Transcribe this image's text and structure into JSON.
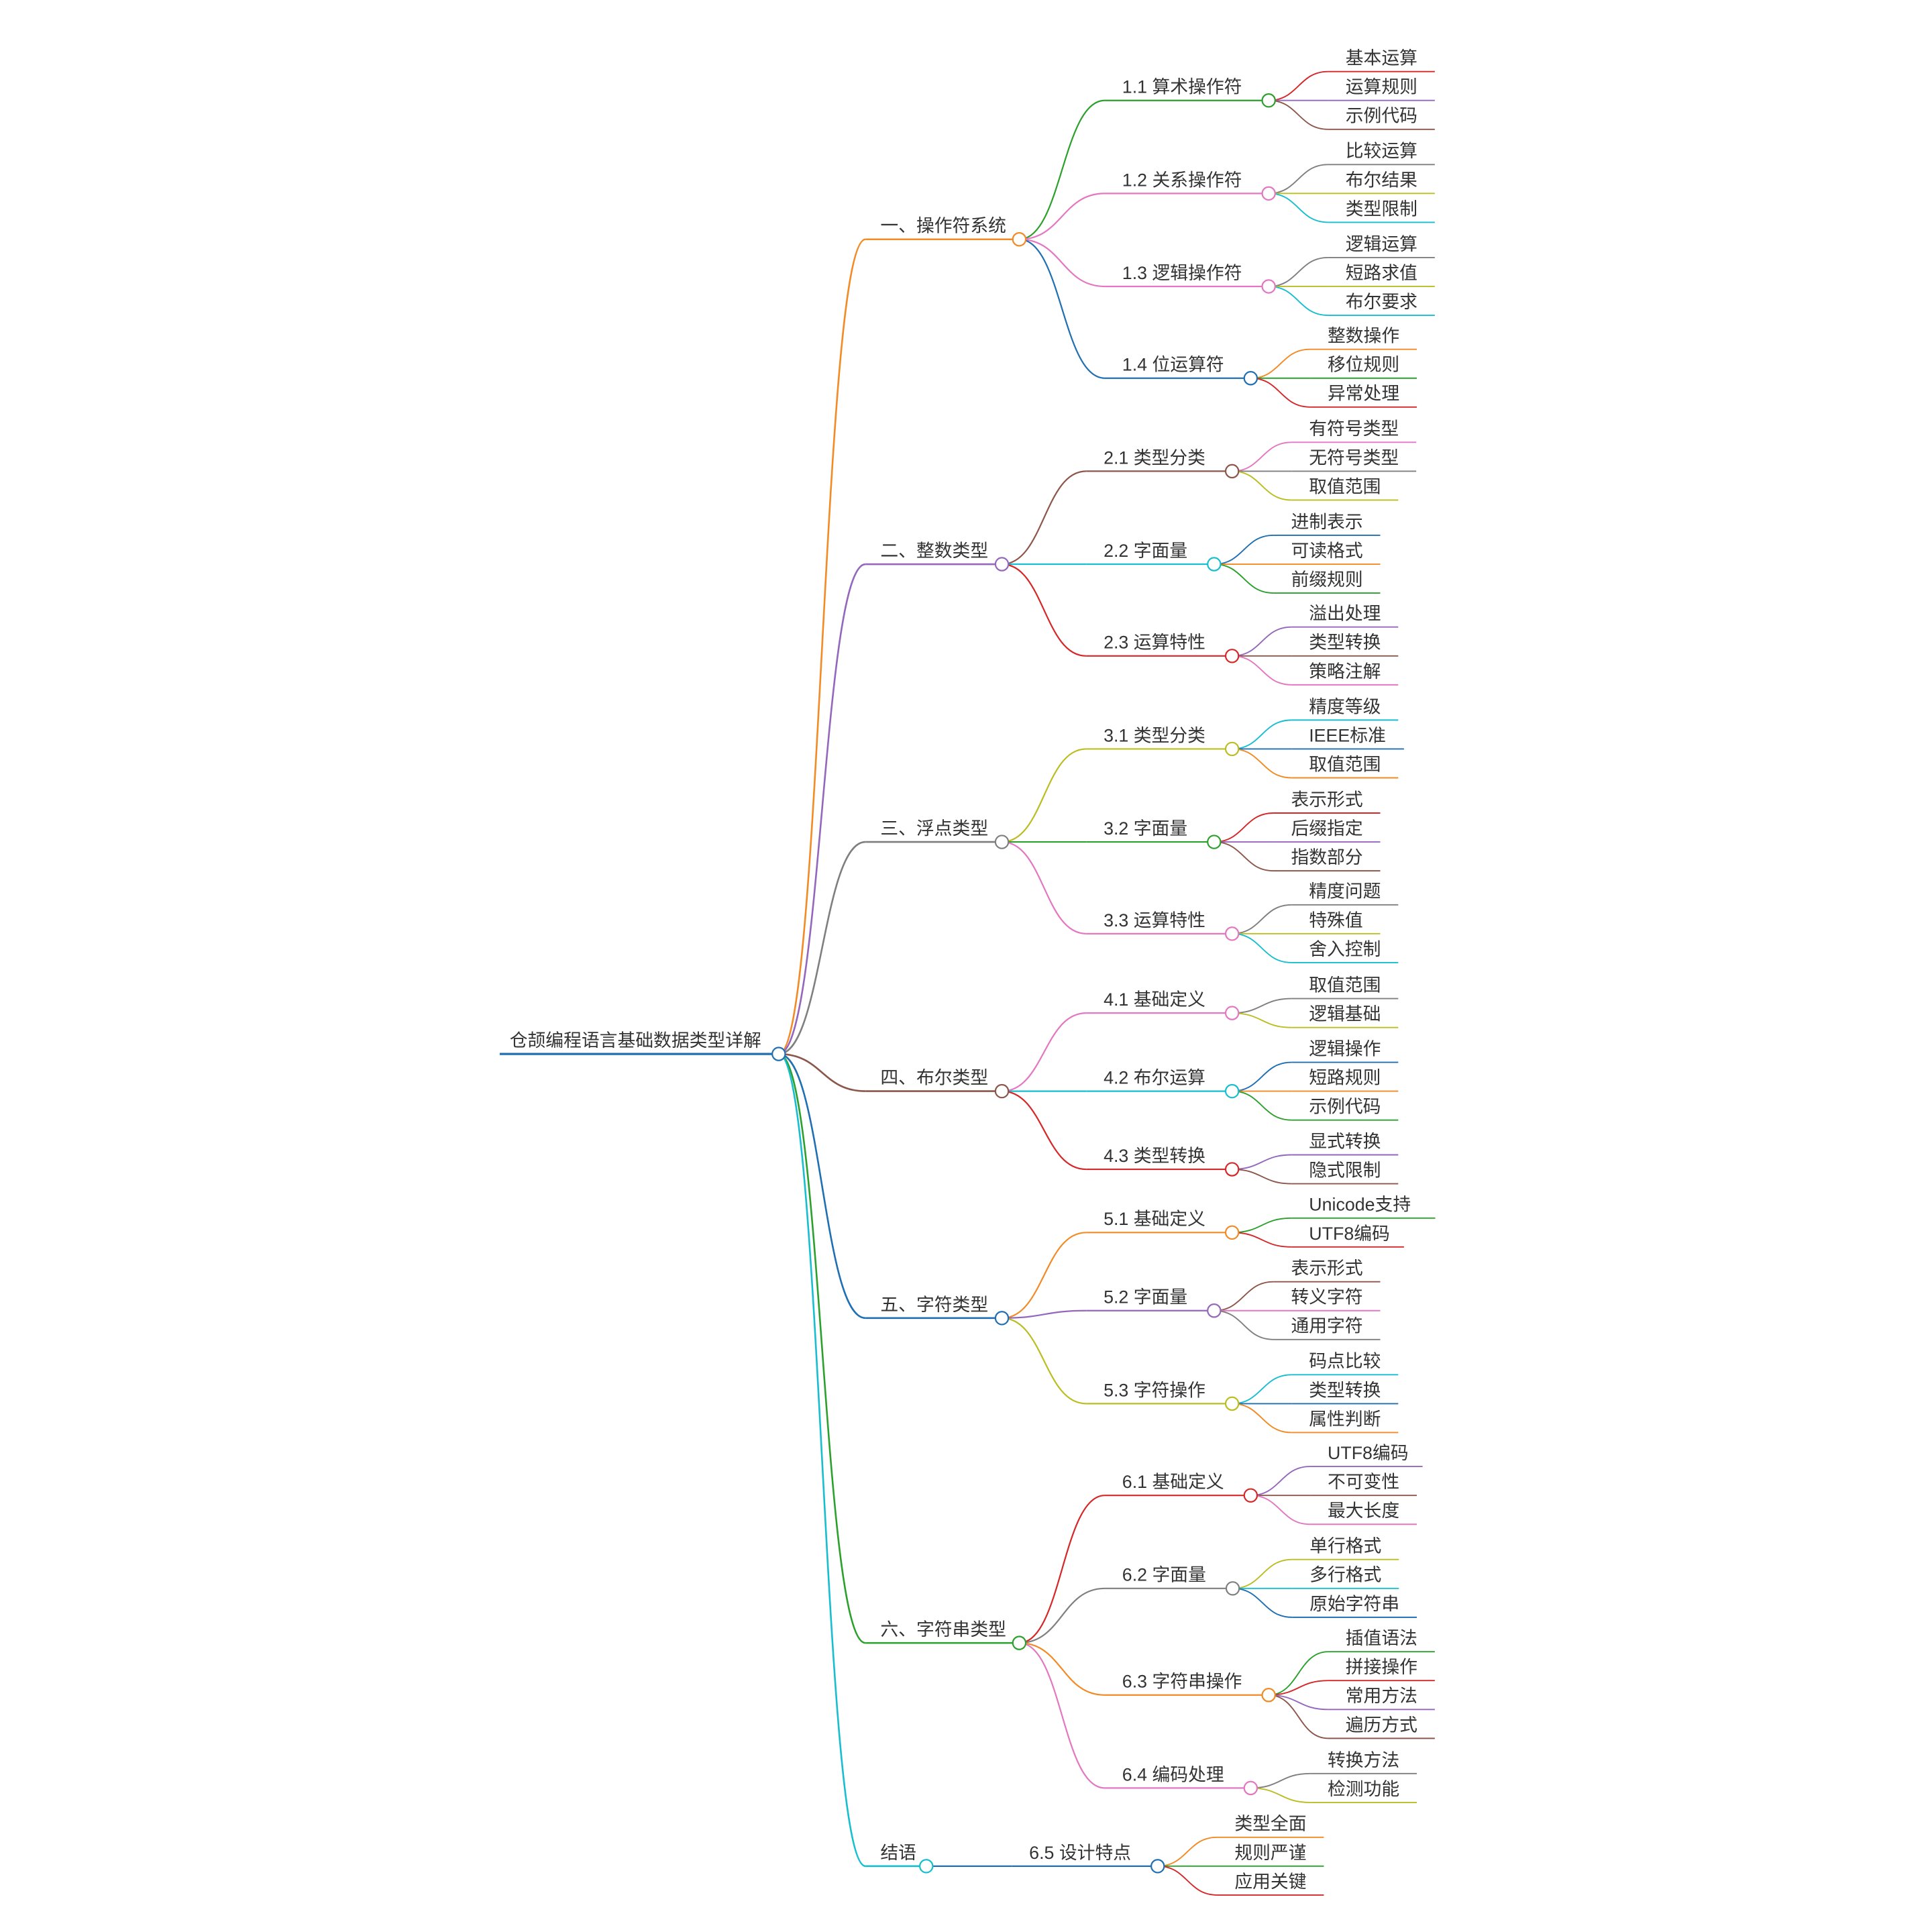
{
  "root": {
    "label": "仓颉编程语言基础数据类型详解",
    "color": "#1f6fb2"
  },
  "branches": [
    {
      "label": "一、操作符系统",
      "color": "#f28a25",
      "children": [
        {
          "label": "1.1 算术操作符",
          "color": "#2ca02c",
          "children": [
            {
              "label": "基本运算",
              "color": "#d62728"
            },
            {
              "label": "运算规则",
              "color": "#9467bd"
            },
            {
              "label": "示例代码",
              "color": "#8c564b"
            }
          ]
        },
        {
          "label": "1.2 关系操作符",
          "color": "#e377c2",
          "children": [
            {
              "label": "比较运算",
              "color": "#7f7f7f"
            },
            {
              "label": "布尔结果",
              "color": "#bcbd22"
            },
            {
              "label": "类型限制",
              "color": "#17becf"
            }
          ]
        },
        {
          "label": "1.3 逻辑操作符",
          "color": "#e377c2",
          "children": [
            {
              "label": "逻辑运算",
              "color": "#7f7f7f"
            },
            {
              "label": "短路求值",
              "color": "#bcbd22"
            },
            {
              "label": "布尔要求",
              "color": "#17becf"
            }
          ]
        },
        {
          "label": "1.4 位运算符",
          "color": "#1f6fb2",
          "children": [
            {
              "label": "整数操作",
              "color": "#f28a25"
            },
            {
              "label": "移位规则",
              "color": "#2ca02c"
            },
            {
              "label": "异常处理",
              "color": "#d62728"
            }
          ]
        }
      ]
    },
    {
      "label": "二、整数类型",
      "color": "#9467bd",
      "children": [
        {
          "label": "2.1 类型分类",
          "color": "#8c564b",
          "children": [
            {
              "label": "有符号类型",
              "color": "#e377c2"
            },
            {
              "label": "无符号类型",
              "color": "#7f7f7f"
            },
            {
              "label": "取值范围",
              "color": "#bcbd22"
            }
          ]
        },
        {
          "label": "2.2 字面量",
          "color": "#17becf",
          "children": [
            {
              "label": "进制表示",
              "color": "#1f6fb2"
            },
            {
              "label": "可读格式",
              "color": "#f28a25"
            },
            {
              "label": "前缀规则",
              "color": "#2ca02c"
            }
          ]
        },
        {
          "label": "2.3 运算特性",
          "color": "#d62728",
          "children": [
            {
              "label": "溢出处理",
              "color": "#9467bd"
            },
            {
              "label": "类型转换",
              "color": "#8c564b"
            },
            {
              "label": "策略注解",
              "color": "#e377c2"
            }
          ]
        }
      ]
    },
    {
      "label": "三、浮点类型",
      "color": "#7f7f7f",
      "children": [
        {
          "label": "3.1 类型分类",
          "color": "#bcbd22",
          "children": [
            {
              "label": "精度等级",
              "color": "#17becf"
            },
            {
              "label": "IEEE标准",
              "color": "#1f6fb2"
            },
            {
              "label": "取值范围",
              "color": "#f28a25"
            }
          ]
        },
        {
          "label": "3.2 字面量",
          "color": "#2ca02c",
          "children": [
            {
              "label": "表示形式",
              "color": "#d62728"
            },
            {
              "label": "后缀指定",
              "color": "#9467bd"
            },
            {
              "label": "指数部分",
              "color": "#8c564b"
            }
          ]
        },
        {
          "label": "3.3 运算特性",
          "color": "#e377c2",
          "children": [
            {
              "label": "精度问题",
              "color": "#7f7f7f"
            },
            {
              "label": "特殊值",
              "color": "#bcbd22"
            },
            {
              "label": "舍入控制",
              "color": "#17becf"
            }
          ]
        }
      ]
    },
    {
      "label": "四、布尔类型",
      "color": "#8c564b",
      "children": [
        {
          "label": "4.1 基础定义",
          "color": "#e377c2",
          "children": [
            {
              "label": "取值范围",
              "color": "#7f7f7f"
            },
            {
              "label": "逻辑基础",
              "color": "#bcbd22"
            }
          ]
        },
        {
          "label": "4.2 布尔运算",
          "color": "#17becf",
          "children": [
            {
              "label": "逻辑操作",
              "color": "#1f6fb2"
            },
            {
              "label": "短路规则",
              "color": "#f28a25"
            },
            {
              "label": "示例代码",
              "color": "#2ca02c"
            }
          ]
        },
        {
          "label": "4.3 类型转换",
          "color": "#d62728",
          "children": [
            {
              "label": "显式转换",
              "color": "#9467bd"
            },
            {
              "label": "隐式限制",
              "color": "#8c564b"
            }
          ]
        }
      ]
    },
    {
      "label": "五、字符类型",
      "color": "#1f6fb2",
      "children": [
        {
          "label": "5.1 基础定义",
          "color": "#f28a25",
          "children": [
            {
              "label": "Unicode支持",
              "color": "#2ca02c"
            },
            {
              "label": "UTF8编码",
              "color": "#d62728"
            }
          ]
        },
        {
          "label": "5.2 字面量",
          "color": "#9467bd",
          "children": [
            {
              "label": "表示形式",
              "color": "#8c564b"
            },
            {
              "label": "转义字符",
              "color": "#e377c2"
            },
            {
              "label": "通用字符",
              "color": "#7f7f7f"
            }
          ]
        },
        {
          "label": "5.3 字符操作",
          "color": "#bcbd22",
          "children": [
            {
              "label": "码点比较",
              "color": "#17becf"
            },
            {
              "label": "类型转换",
              "color": "#1f6fb2"
            },
            {
              "label": "属性判断",
              "color": "#f28a25"
            }
          ]
        }
      ]
    },
    {
      "label": "六、字符串类型",
      "color": "#2ca02c",
      "children": [
        {
          "label": "6.1 基础定义",
          "color": "#d62728",
          "children": [
            {
              "label": "UTF8编码",
              "color": "#9467bd"
            },
            {
              "label": "不可变性",
              "color": "#8c564b"
            },
            {
              "label": "最大长度",
              "color": "#e377c2"
            }
          ]
        },
        {
          "label": "6.2 字面量",
          "color": "#7f7f7f",
          "children": [
            {
              "label": "单行格式",
              "color": "#bcbd22"
            },
            {
              "label": "多行格式",
              "color": "#17becf"
            },
            {
              "label": "原始字符串",
              "color": "#1f6fb2"
            }
          ]
        },
        {
          "label": "6.3 字符串操作",
          "color": "#f28a25",
          "children": [
            {
              "label": "插值语法",
              "color": "#2ca02c"
            },
            {
              "label": "拼接操作",
              "color": "#d62728"
            },
            {
              "label": "常用方法",
              "color": "#9467bd"
            },
            {
              "label": "遍历方式",
              "color": "#8c564b"
            }
          ]
        },
        {
          "label": "6.4 编码处理",
          "color": "#e377c2",
          "children": [
            {
              "label": "转换方法",
              "color": "#7f7f7f"
            },
            {
              "label": "检测功能",
              "color": "#bcbd22"
            }
          ]
        }
      ]
    },
    {
      "label": "结语",
      "color": "#17becf",
      "children": [
        {
          "label": "6.5 设计特点",
          "color": "#1f6fb2",
          "children": [
            {
              "label": "类型全面",
              "color": "#f28a25"
            },
            {
              "label": "规则严谨",
              "color": "#2ca02c"
            },
            {
              "label": "应用关键",
              "color": "#d62728"
            }
          ]
        }
      ]
    }
  ]
}
